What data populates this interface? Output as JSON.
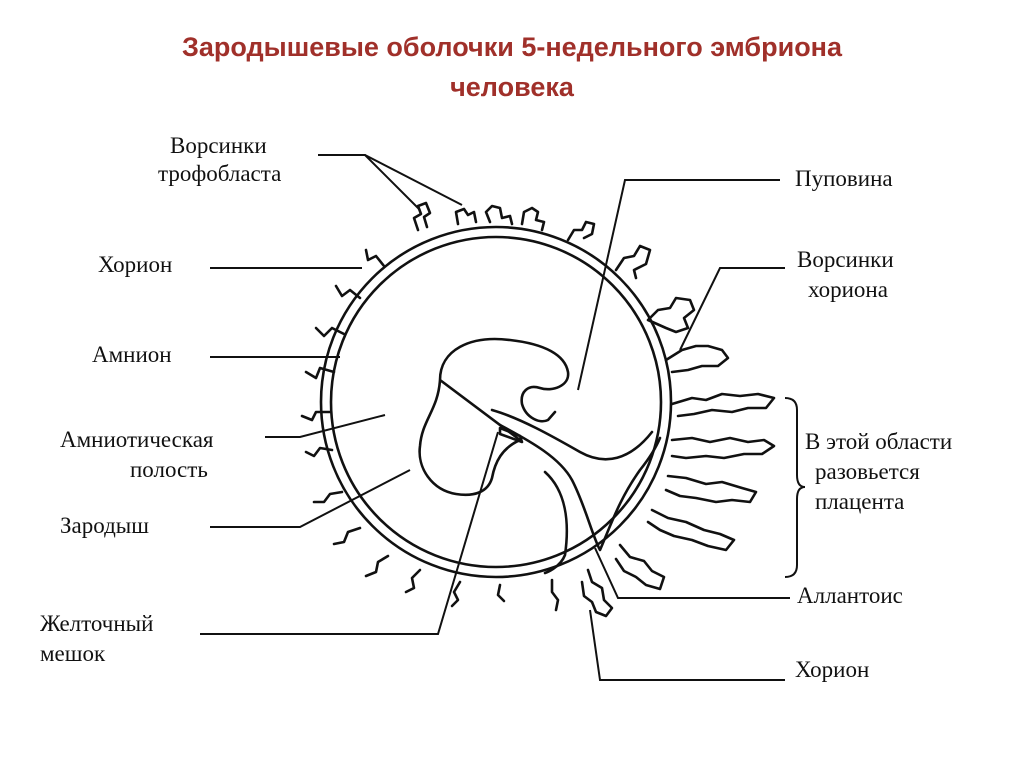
{
  "title": {
    "line1": "Зародышевые оболочки 5-недельного эмбриона",
    "line2": "человека"
  },
  "labels": {
    "villi_trophoblast_1": "Ворсинки",
    "villi_trophoblast_2": "трофобласта",
    "chorion_left": "Хорион",
    "amnion": "Амнион",
    "amniotic_cavity_1": "Амниотическая",
    "amniotic_cavity_2": "полость",
    "embryo": "Зародыш",
    "yolk_sac_1": "Желточный",
    "yolk_sac_2": "мешок",
    "umbilical_cord": "Пуповина",
    "chorion_villi_1": "Ворсинки",
    "chorion_villi_2": "хориона",
    "placenta_1": "В этой области",
    "placenta_2": "разовьется",
    "placenta_3": "плацента",
    "allantois": "Аллантоис",
    "chorion_right": "Хорион"
  }
}
